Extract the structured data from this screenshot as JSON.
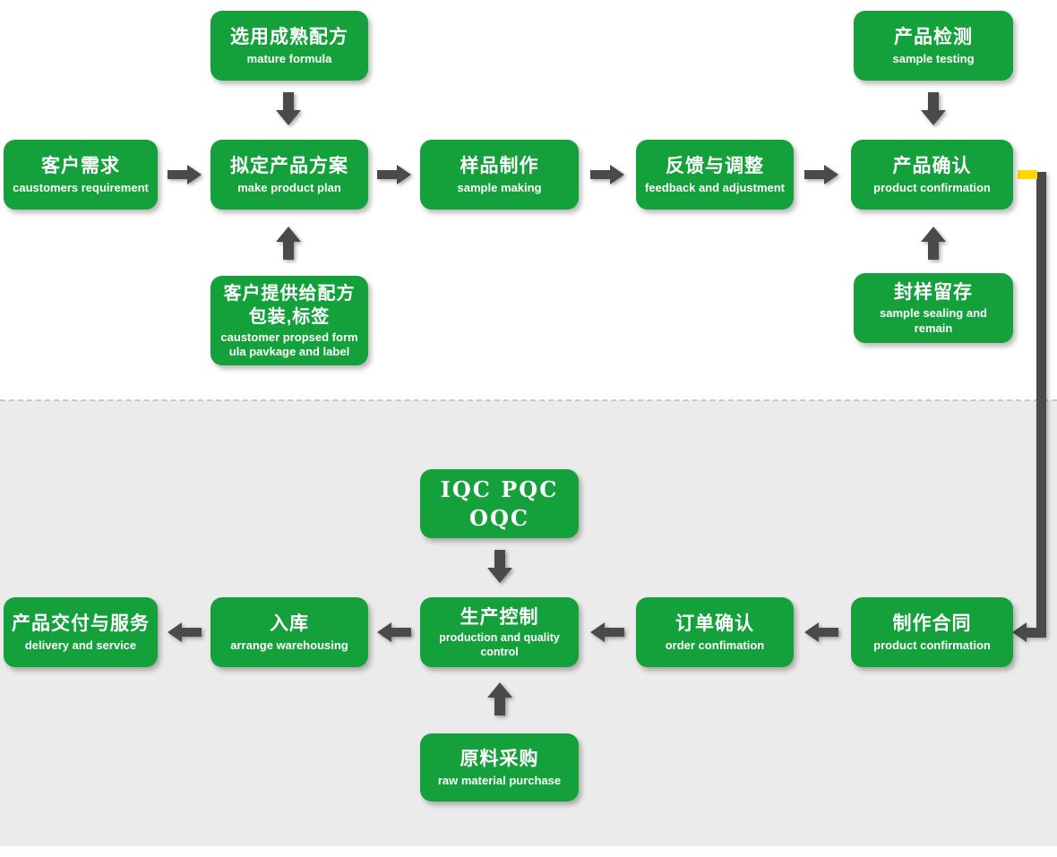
{
  "diagram": {
    "name": "production process flowchart",
    "colors": {
      "node_green": "#14a03a",
      "arrow_gray": "#4a4a4a",
      "connector_yellow": "#ffd800",
      "lower_band_background": "#ebebeb",
      "page_background": "#ffffff"
    },
    "nodes": [
      {
        "id": "mature-formula",
        "title": "选用成熟配方",
        "subtitle": "mature formula"
      },
      {
        "id": "sample-testing",
        "title": "产品检测",
        "subtitle": "sample testing"
      },
      {
        "id": "customer-requirement",
        "title": "客户需求",
        "subtitle": "caustomers requirement"
      },
      {
        "id": "make-product-plan",
        "title": "拟定产品方案",
        "subtitle": "make product plan"
      },
      {
        "id": "sample-making",
        "title": "样品制作",
        "subtitle": "sample making"
      },
      {
        "id": "feedback-adjustment",
        "title": "反馈与调整",
        "subtitle": "feedback and adjustment"
      },
      {
        "id": "product-confirmation",
        "title": "产品确认",
        "subtitle": "product confirmation"
      },
      {
        "id": "customer-formula",
        "title": "客户提供给配方\n包装,标签",
        "subtitle": "caustomer propsed form\nula pavkage and label"
      },
      {
        "id": "sample-sealing",
        "title": "封样留存",
        "subtitle": "sample sealing and remain"
      },
      {
        "id": "iqc-pqc-oqc",
        "title": "IQC PQC OQC",
        "subtitle": ""
      },
      {
        "id": "delivery-service",
        "title": "产品交付与服务",
        "subtitle": "delivery and service"
      },
      {
        "id": "warehousing",
        "title": "入库",
        "subtitle": "arrange warehousing"
      },
      {
        "id": "production-control",
        "title": "生产控制",
        "subtitle": "production and quality control"
      },
      {
        "id": "order-confirmation",
        "title": "订单确认",
        "subtitle": "order confimation"
      },
      {
        "id": "make-contract",
        "title": "制作合同",
        "subtitle": "product confirmation"
      },
      {
        "id": "raw-material",
        "title": "原料采购",
        "subtitle": "raw material purchase"
      }
    ]
  }
}
